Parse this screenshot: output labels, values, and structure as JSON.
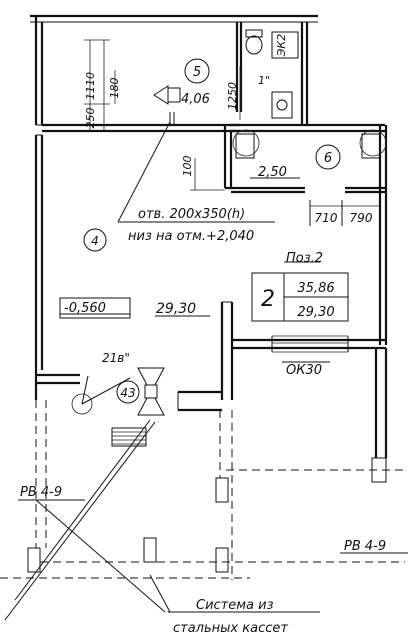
{
  "rooms": {
    "r5": {
      "number": "5",
      "area": "4,06"
    },
    "r6": {
      "number": "6",
      "area": "2,50"
    },
    "r4": {
      "number": "4",
      "area": "29,30"
    }
  },
  "fixtures": {
    "ek": "ЭК2",
    "bath_mark": "1\""
  },
  "dimensions": {
    "d250": "250",
    "d1110": "1110",
    "d180": "180",
    "d1250": "1250",
    "d100": "100",
    "d710": "710",
    "d790": "790"
  },
  "opening": {
    "line1": "отв. 200х350(h)",
    "line2": "низ на отм.+2,040"
  },
  "elevation": "-0,560",
  "position_box": {
    "label": "Поз.2",
    "number": "2",
    "top_value": "35,86",
    "bottom_value": "29,30"
  },
  "window_mark": "ОК30",
  "riser": {
    "label": "21в\"",
    "number": "43"
  },
  "section_marks": {
    "left": "РВ 4-9",
    "right": "РВ 4-9"
  },
  "callout": {
    "line1": "Система из",
    "line2": "стальных кассет"
  }
}
